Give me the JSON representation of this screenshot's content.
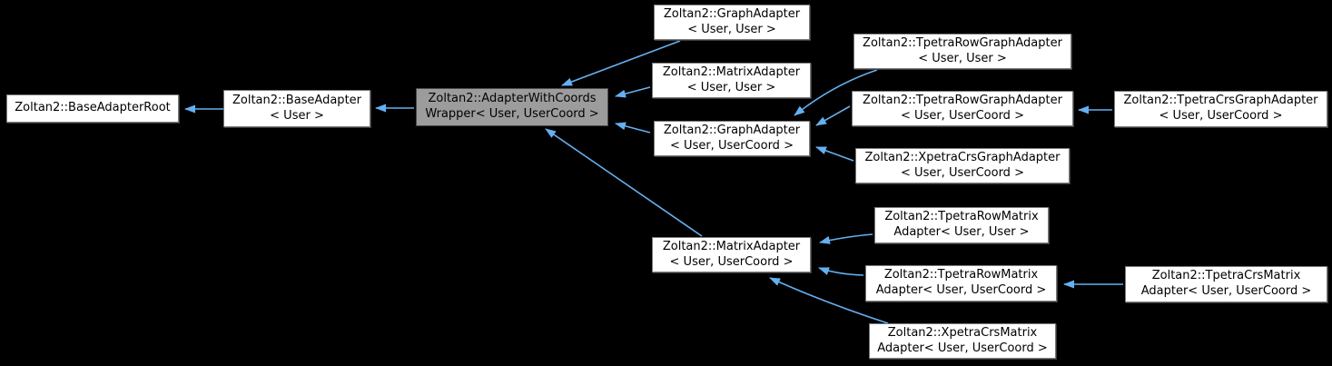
{
  "diagram_type": "class-inheritance-graph",
  "colors": {
    "background": "#000000",
    "node_fill": "#ffffff",
    "node_border": "#7a7a7a",
    "highlight_fill": "#9c9c9c",
    "highlight_border": "#4a4a4a",
    "arrow": "#64b0f0",
    "text": "#000000"
  },
  "nodes": {
    "base_adapter_root": {
      "line1": "Zoltan2::BaseAdapterRoot",
      "line2": ""
    },
    "base_adapter": {
      "line1": "Zoltan2::BaseAdapter",
      "line2": "< User >"
    },
    "adapter_with_coords": {
      "line1": "Zoltan2::AdapterWithCoords",
      "line2": "Wrapper< User, UserCoord >"
    },
    "graph_adapter_uu": {
      "line1": "Zoltan2::GraphAdapter",
      "line2": "< User, User >"
    },
    "matrix_adapter_uu": {
      "line1": "Zoltan2::MatrixAdapter",
      "line2": "< User, User >"
    },
    "graph_adapter_uuc": {
      "line1": "Zoltan2::GraphAdapter",
      "line2": "< User, UserCoord >"
    },
    "tpetra_row_graph_uu": {
      "line1": "Zoltan2::TpetraRowGraphAdapter",
      "line2": "< User, User >"
    },
    "tpetra_row_graph_uuc": {
      "line1": "Zoltan2::TpetraRowGraphAdapter",
      "line2": "< User, UserCoord >"
    },
    "xpetra_crs_graph_uuc": {
      "line1": "Zoltan2::XpetraCrsGraphAdapter",
      "line2": "< User, UserCoord >"
    },
    "tpetra_crs_graph_uuc": {
      "line1": "Zoltan2::TpetraCrsGraphAdapter",
      "line2": "< User, UserCoord >"
    },
    "matrix_adapter_uuc": {
      "line1": "Zoltan2::MatrixAdapter",
      "line2": "< User, UserCoord >"
    },
    "tpetra_row_matrix_uu": {
      "line1": "Zoltan2::TpetraRowMatrix",
      "line2": "Adapter< User, User >"
    },
    "tpetra_row_matrix_uuc": {
      "line1": "Zoltan2::TpetraRowMatrix",
      "line2": "Adapter< User, UserCoord >"
    },
    "xpetra_crs_matrix_uuc": {
      "line1": "Zoltan2::XpetraCrsMatrix",
      "line2": "Adapter< User, UserCoord >"
    },
    "tpetra_crs_matrix_uuc": {
      "line1": "Zoltan2::TpetraCrsMatrix",
      "line2": "Adapter< User, UserCoord >"
    }
  },
  "edges": [
    {
      "from": "base_adapter",
      "to": "base_adapter_root"
    },
    {
      "from": "adapter_with_coords",
      "to": "base_adapter"
    },
    {
      "from": "graph_adapter_uu",
      "to": "adapter_with_coords"
    },
    {
      "from": "matrix_adapter_uu",
      "to": "adapter_with_coords"
    },
    {
      "from": "graph_adapter_uuc",
      "to": "adapter_with_coords"
    },
    {
      "from": "matrix_adapter_uuc",
      "to": "adapter_with_coords"
    },
    {
      "from": "tpetra_row_graph_uu",
      "to": "graph_adapter_uuc"
    },
    {
      "from": "tpetra_row_graph_uuc",
      "to": "graph_adapter_uuc"
    },
    {
      "from": "xpetra_crs_graph_uuc",
      "to": "graph_adapter_uuc"
    },
    {
      "from": "tpetra_crs_graph_uuc",
      "to": "tpetra_row_graph_uuc"
    },
    {
      "from": "tpetra_row_matrix_uu",
      "to": "matrix_adapter_uuc"
    },
    {
      "from": "tpetra_row_matrix_uuc",
      "to": "matrix_adapter_uuc"
    },
    {
      "from": "xpetra_crs_matrix_uuc",
      "to": "matrix_adapter_uuc"
    },
    {
      "from": "tpetra_crs_matrix_uuc",
      "to": "tpetra_row_matrix_uuc"
    }
  ]
}
